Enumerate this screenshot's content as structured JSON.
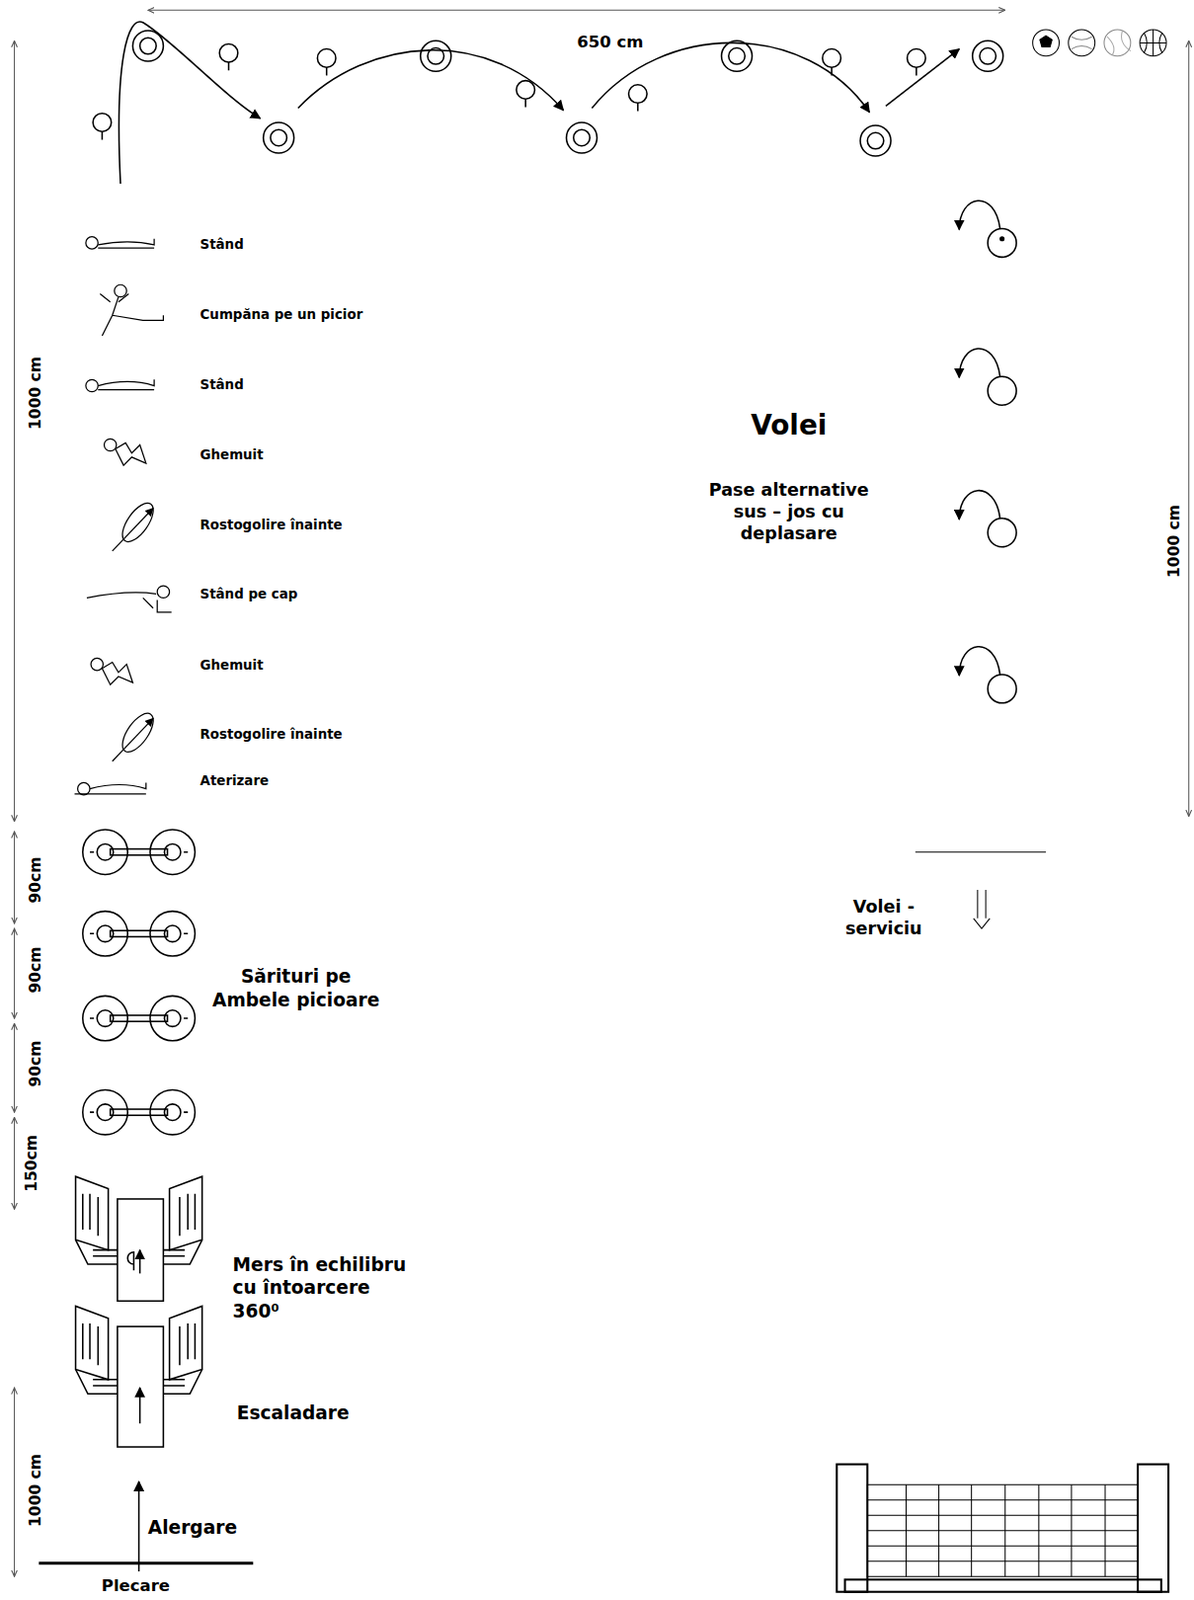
{
  "diagram": {
    "labels": [
      "650 cm",
      "1000 cm",
      "Stând",
      "Cumpăna pe un picior",
      "Stând",
      "Ghemuit",
      "Rostogolire înainte",
      "Stând pe cap",
      "Ghemuit",
      "Rostogolire înainte",
      "Aterizare",
      "Volei",
      "Pase alternative sus – jos cu deplasare",
      "1000 cm",
      "90cm",
      "90cm",
      "90cm",
      "150cm",
      "Sărituri pe Ambele picioare",
      "Volei - serviciu",
      "Mers în echilibru cu întoarcere 360⁰",
      "Escaladare",
      "1000 cm",
      "Alergare",
      "Plecare"
    ]
  }
}
